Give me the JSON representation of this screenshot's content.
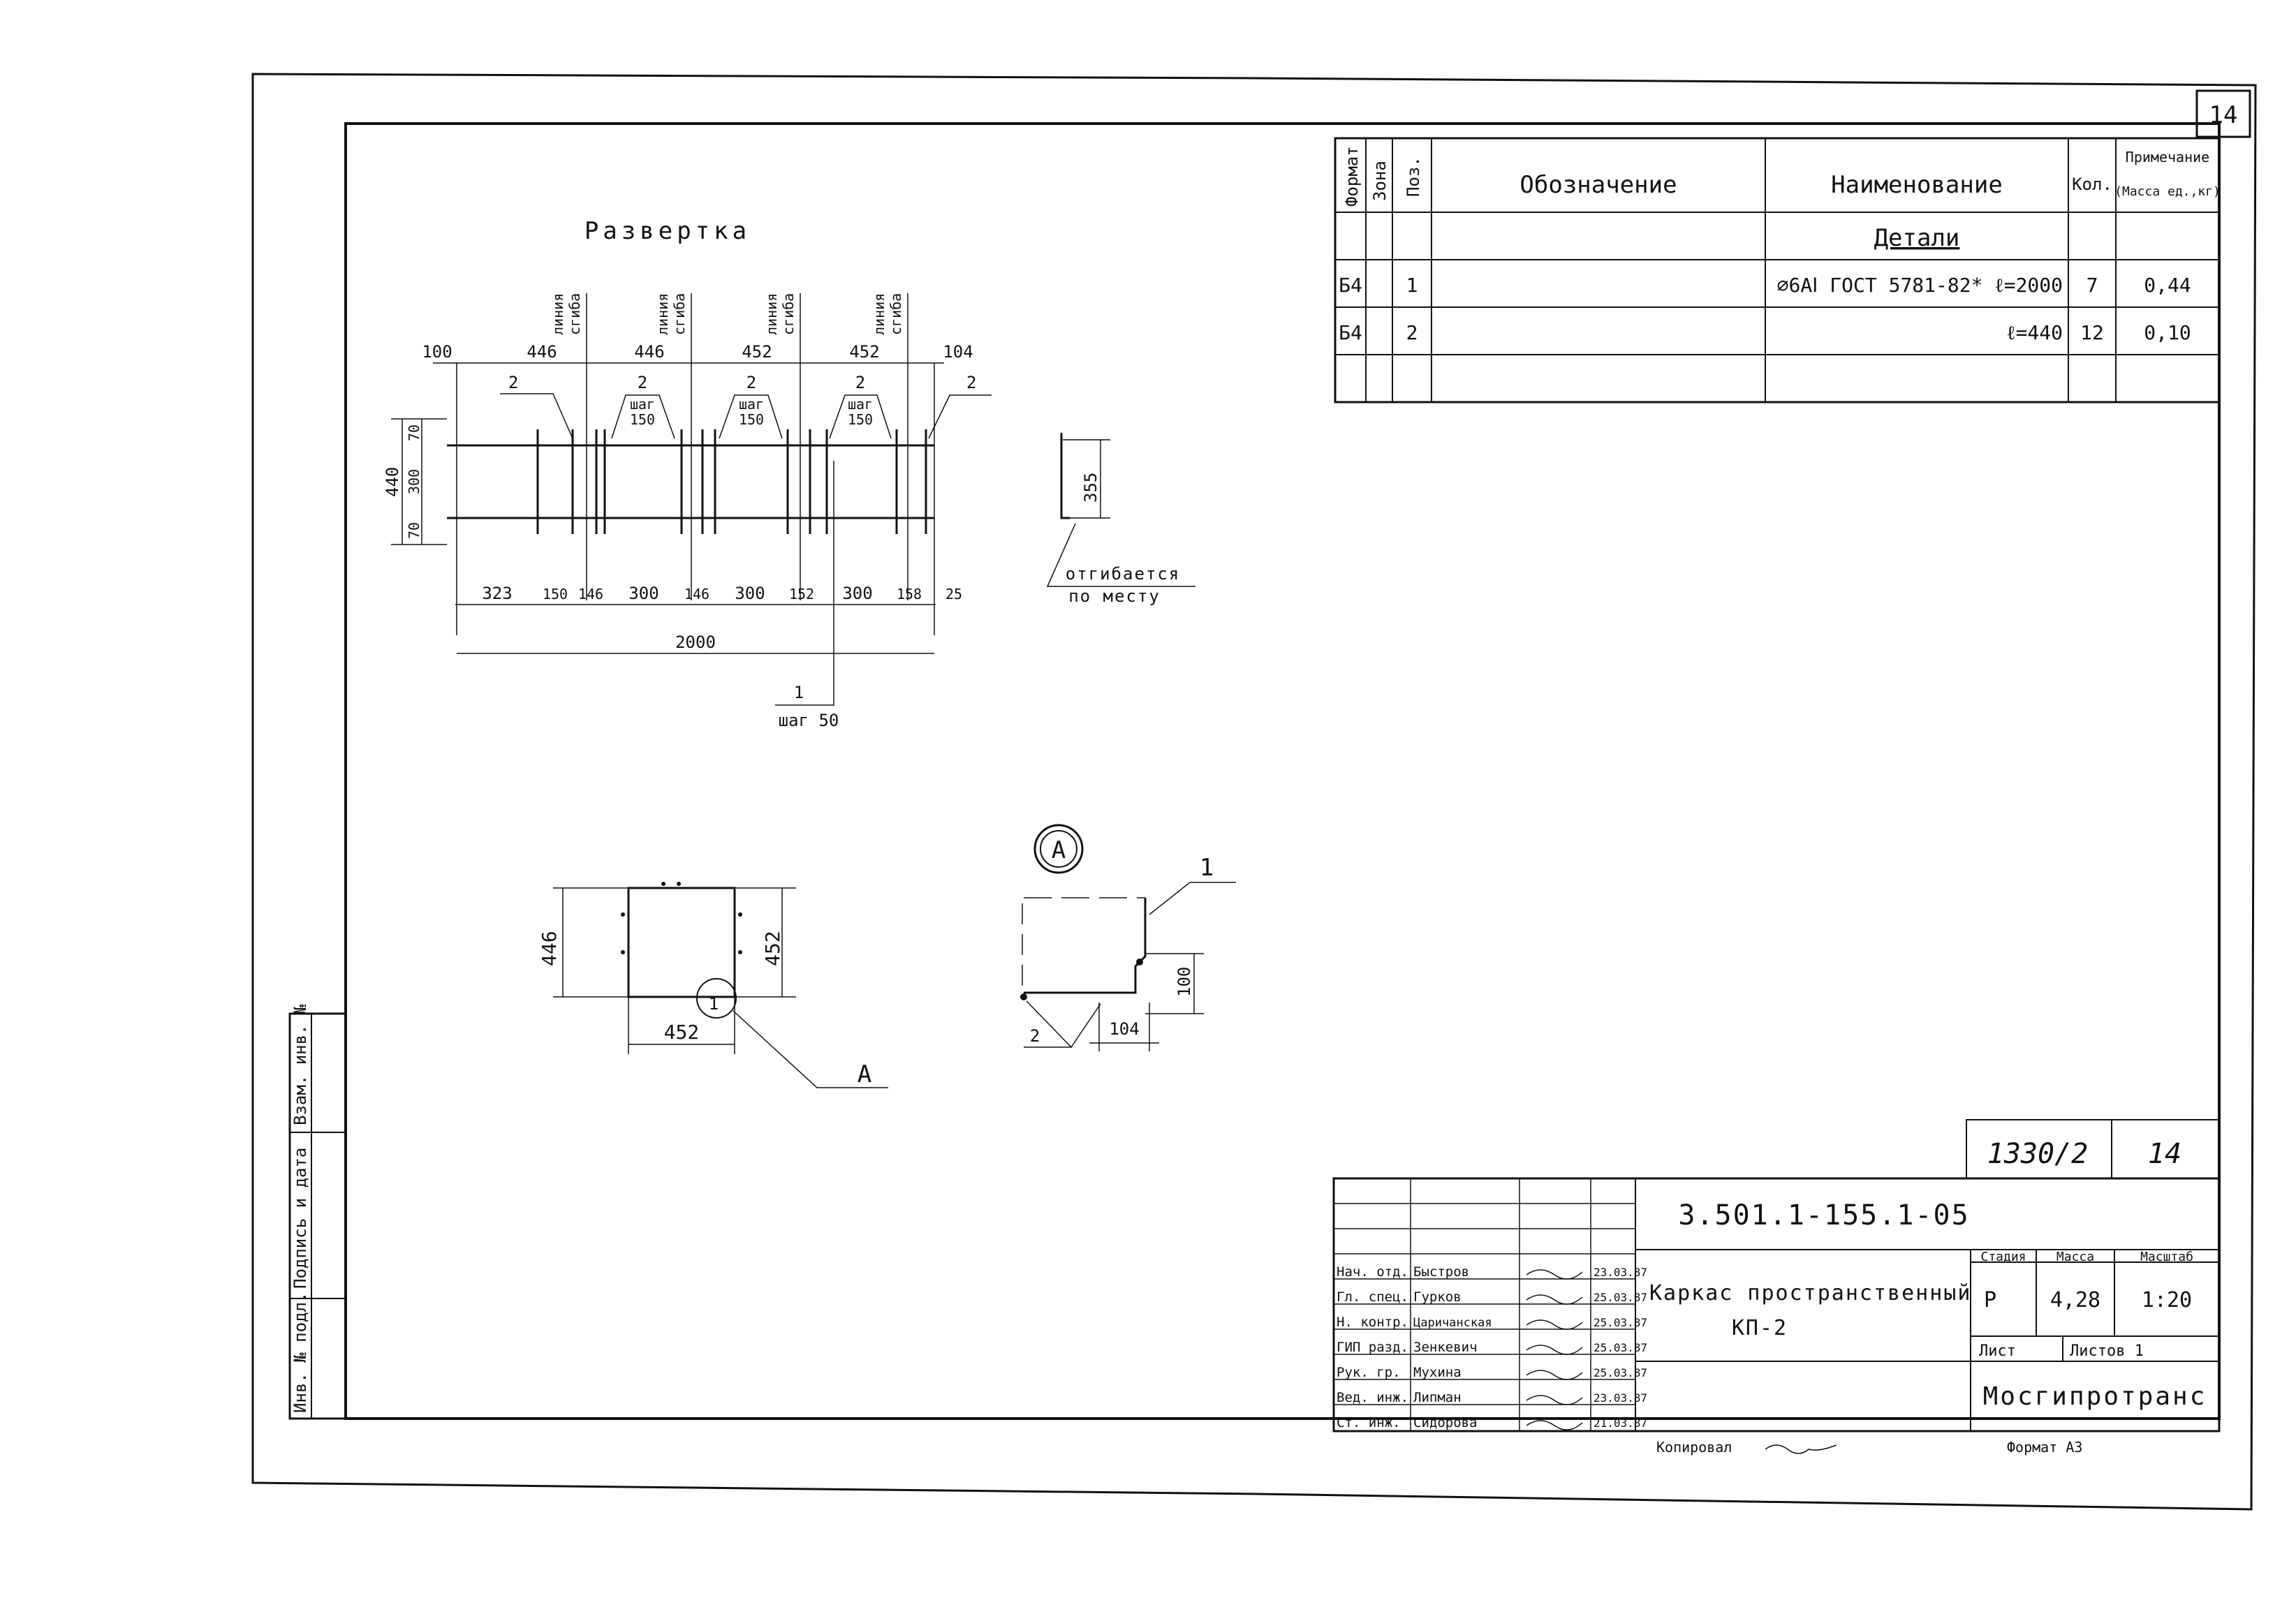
{
  "sheet_corner_number": "14",
  "spec_table": {
    "headers": {
      "format": "Формат",
      "zone": "Зона",
      "pos": "Поз.",
      "designation": "Обозначение",
      "name": "Наименование",
      "qty": "Кол.",
      "note_line1": "Примечание",
      "note_line2": "(Масса ед.,кг)"
    },
    "section_title": "Детали",
    "rows": [
      {
        "format": "Б4",
        "zone": "",
        "pos": "1",
        "designation": "",
        "name": "⌀6АⅠ ГОСТ 5781-82* ℓ=2000",
        "qty": "7",
        "note": "0,44"
      },
      {
        "format": "Б4",
        "zone": "",
        "pos": "2",
        "designation": "",
        "name": "ℓ=440",
        "qty": "12",
        "note": "0,10"
      }
    ]
  },
  "development": {
    "title": "Развертка",
    "bend_label_line1": "линия",
    "bend_label_line2": "сгиба",
    "top_dims": [
      "100",
      "446",
      "446",
      "452",
      "452",
      "104"
    ],
    "pos2_labels": [
      "2",
      "2",
      "2",
      "2",
      "2"
    ],
    "step_label": "шаг",
    "step_value": "150",
    "left_dims": [
      "440",
      "70",
      "300",
      "70"
    ],
    "bottom_dims": [
      "323",
      "150",
      "146",
      "300",
      "146",
      "300",
      "152",
      "300",
      "158",
      "25"
    ],
    "total_length": "2000",
    "pos1_label": "1",
    "pos1_step": "шаг 50"
  },
  "bar_detail": {
    "dim": "355",
    "note_line1": "отгибается",
    "note_line2": "по месту"
  },
  "section_view": {
    "dim_left": "446",
    "dim_right": "452",
    "dim_bottom": "452",
    "pos1": "1",
    "callout": "А"
  },
  "detail_a": {
    "label": "А",
    "pos1": "1",
    "pos2": "2",
    "dim_vertical": "100",
    "dim_horizontal": "104"
  },
  "side_stamp": {
    "cell1": "Взам. инв. №",
    "cell2": "Подпись и дата",
    "cell3": "Инв. № подл."
  },
  "title_block": {
    "archive_number": "1330/2",
    "sheet_number": "14",
    "document_code": "3.501.1-155.1-05",
    "title_line1": "Каркас пространственный",
    "title_line2": "КП-2",
    "stage_header": "Стадия",
    "mass_header": "Масса",
    "scale_header": "Масштаб",
    "stage_value": "Р",
    "mass_value": "4,28",
    "scale_value": "1:20",
    "sheet_label": "Лист",
    "sheets_label": "Листов 1",
    "organization": "Мосгипротранс",
    "signatures": [
      {
        "role": "Нач. отд.",
        "name": "Быстров",
        "date": "23.03.87"
      },
      {
        "role": "Гл. спец.",
        "name": "Гурков",
        "date": "25.03.87"
      },
      {
        "role": "Н. контр.",
        "name": "Царичанская",
        "date": "25.03.87"
      },
      {
        "role": "ГИП разд.",
        "name": "Зенкевич",
        "date": "25.03.87"
      },
      {
        "role": "Рук. гр.",
        "name": "Мухина",
        "date": "25.03.87"
      },
      {
        "role": "Вед. инж.",
        "name": "Липман",
        "date": "23.03.87"
      },
      {
        "role": "Ст. инж.",
        "name": "Сидорова",
        "date": "21.03.87"
      }
    ]
  },
  "footer": {
    "copied": "Копировал",
    "format": "Формат А3"
  }
}
